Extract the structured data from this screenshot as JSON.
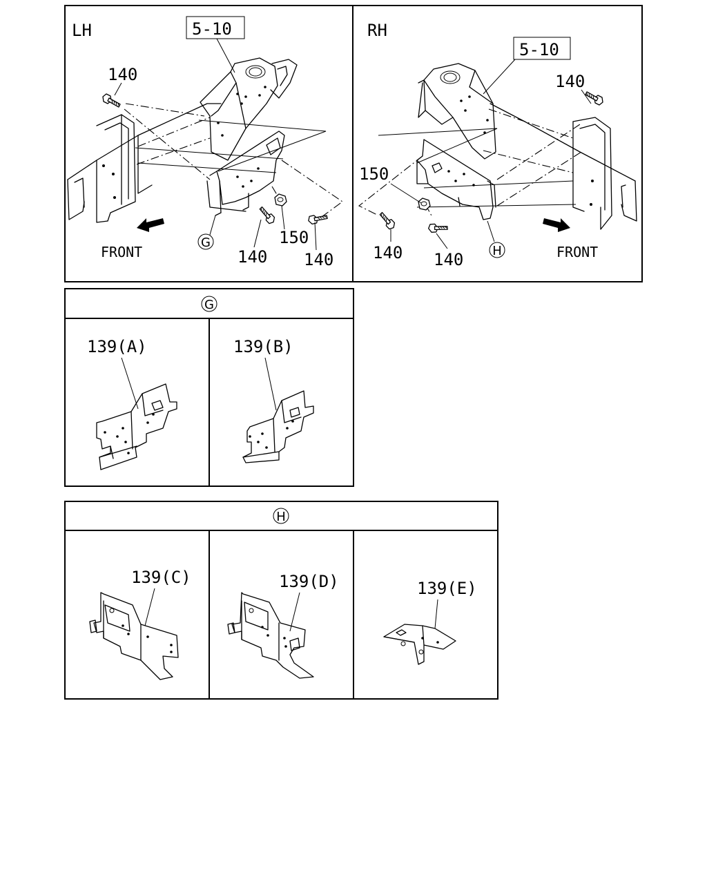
{
  "lh_panel": {
    "side_label": "LH",
    "ref_box": "5-10",
    "callouts": {
      "bolt_top": "140",
      "bolt_mid": "140",
      "bolt_right": "140",
      "nut": "150"
    },
    "view_marker": "G",
    "front_label": "FRONT"
  },
  "rh_panel": {
    "side_label": "RH",
    "ref_box": "5-10",
    "callouts": {
      "bolt_top": "140",
      "bolt_left": "140",
      "bolt_mid": "140",
      "nut": "150"
    },
    "view_marker": "H",
    "front_label": "FRONT"
  },
  "detail_g": {
    "header": "G",
    "cells": [
      {
        "label": "139(A)"
      },
      {
        "label": "139(B)"
      }
    ]
  },
  "detail_h": {
    "header": "H",
    "cells": [
      {
        "label": "139(C)"
      },
      {
        "label": "139(D)"
      },
      {
        "label": "139(E)"
      }
    ]
  },
  "icons": [
    "front-arrow-icon",
    "bolt-icon",
    "nut-icon",
    "bracket-icon",
    "frame-rail-icon"
  ]
}
